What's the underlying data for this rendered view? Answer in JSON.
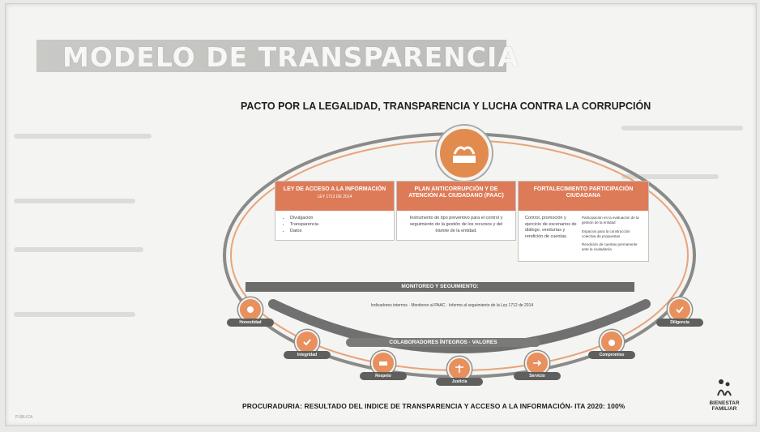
{
  "slide": {
    "title": "MODELO DE TRANSPARENCIA",
    "pacto_heading": "PACTO POR LA LEGALIDAD, TRANSPARENCIA Y LUCHA CONTRA LA CORRUPCIÓN",
    "columns": [
      {
        "heading": "LEY DE ACCESO A LA INFORMACIÓN",
        "subheading": "LEY 1712 DE 2014",
        "items": [
          "Divulgación",
          "Transparencia",
          "Datos"
        ]
      },
      {
        "heading": "PLAN ANTICORRUPCIÓN Y DE ATENCIÓN AL CIUDADANO (PAAC)",
        "body": "Instrumento de tipo preventivo para el control y seguimiento de la gestión de los recursos y del trámite de la entidad."
      },
      {
        "heading": "FORTALECIMIENTO PARTICIPACIÓN CIUDADANA",
        "body_left": "Control, promoción y ejercicio de escenarios de diálogo, veedurías y rendición de cuentas.",
        "body_right": [
          "Participación en la evaluación de la gestión de la entidad",
          "Espacios para la construcción colectiva de propuestas",
          "Rendición de cuentas permanente ante la ciudadanía"
        ]
      }
    ],
    "monitoreo_band": "MONITOREO Y SEGUIMIENTO:",
    "monitoreo_text": "Indicadores internos · Monitoreo al PAAC · Informe al seguimiento de la Ley 1712 de 2014",
    "valores_band": "COLABORADORES ÍNTEGROS · VALORES",
    "values": [
      {
        "label": "Honestidad",
        "icon": "hands-icon"
      },
      {
        "label": "Integridad",
        "icon": "check-shield-icon"
      },
      {
        "label": "Respeto",
        "icon": "handshake-icon"
      },
      {
        "label": "Justicia",
        "icon": "scales-icon"
      },
      {
        "label": "Servicio",
        "icon": "arrow-icon"
      },
      {
        "label": "Compromiso",
        "icon": "medal-icon"
      },
      {
        "label": "Diligencia",
        "icon": "check-circle-icon"
      }
    ],
    "footer": "PROCURADURIA: RESULTADO DEL INDICE DE TRANSPARENCIA Y ACCESO A LA INFORMACIÓN- ITA 2020: 100%",
    "brand": {
      "line1": "BIENESTAR",
      "line2": "FAMILIAR"
    },
    "corner_label": "PÚBLICA",
    "colors": {
      "accent": "#dd7b58",
      "band": "#6c6c6a",
      "background": "#f4f4f2"
    }
  }
}
